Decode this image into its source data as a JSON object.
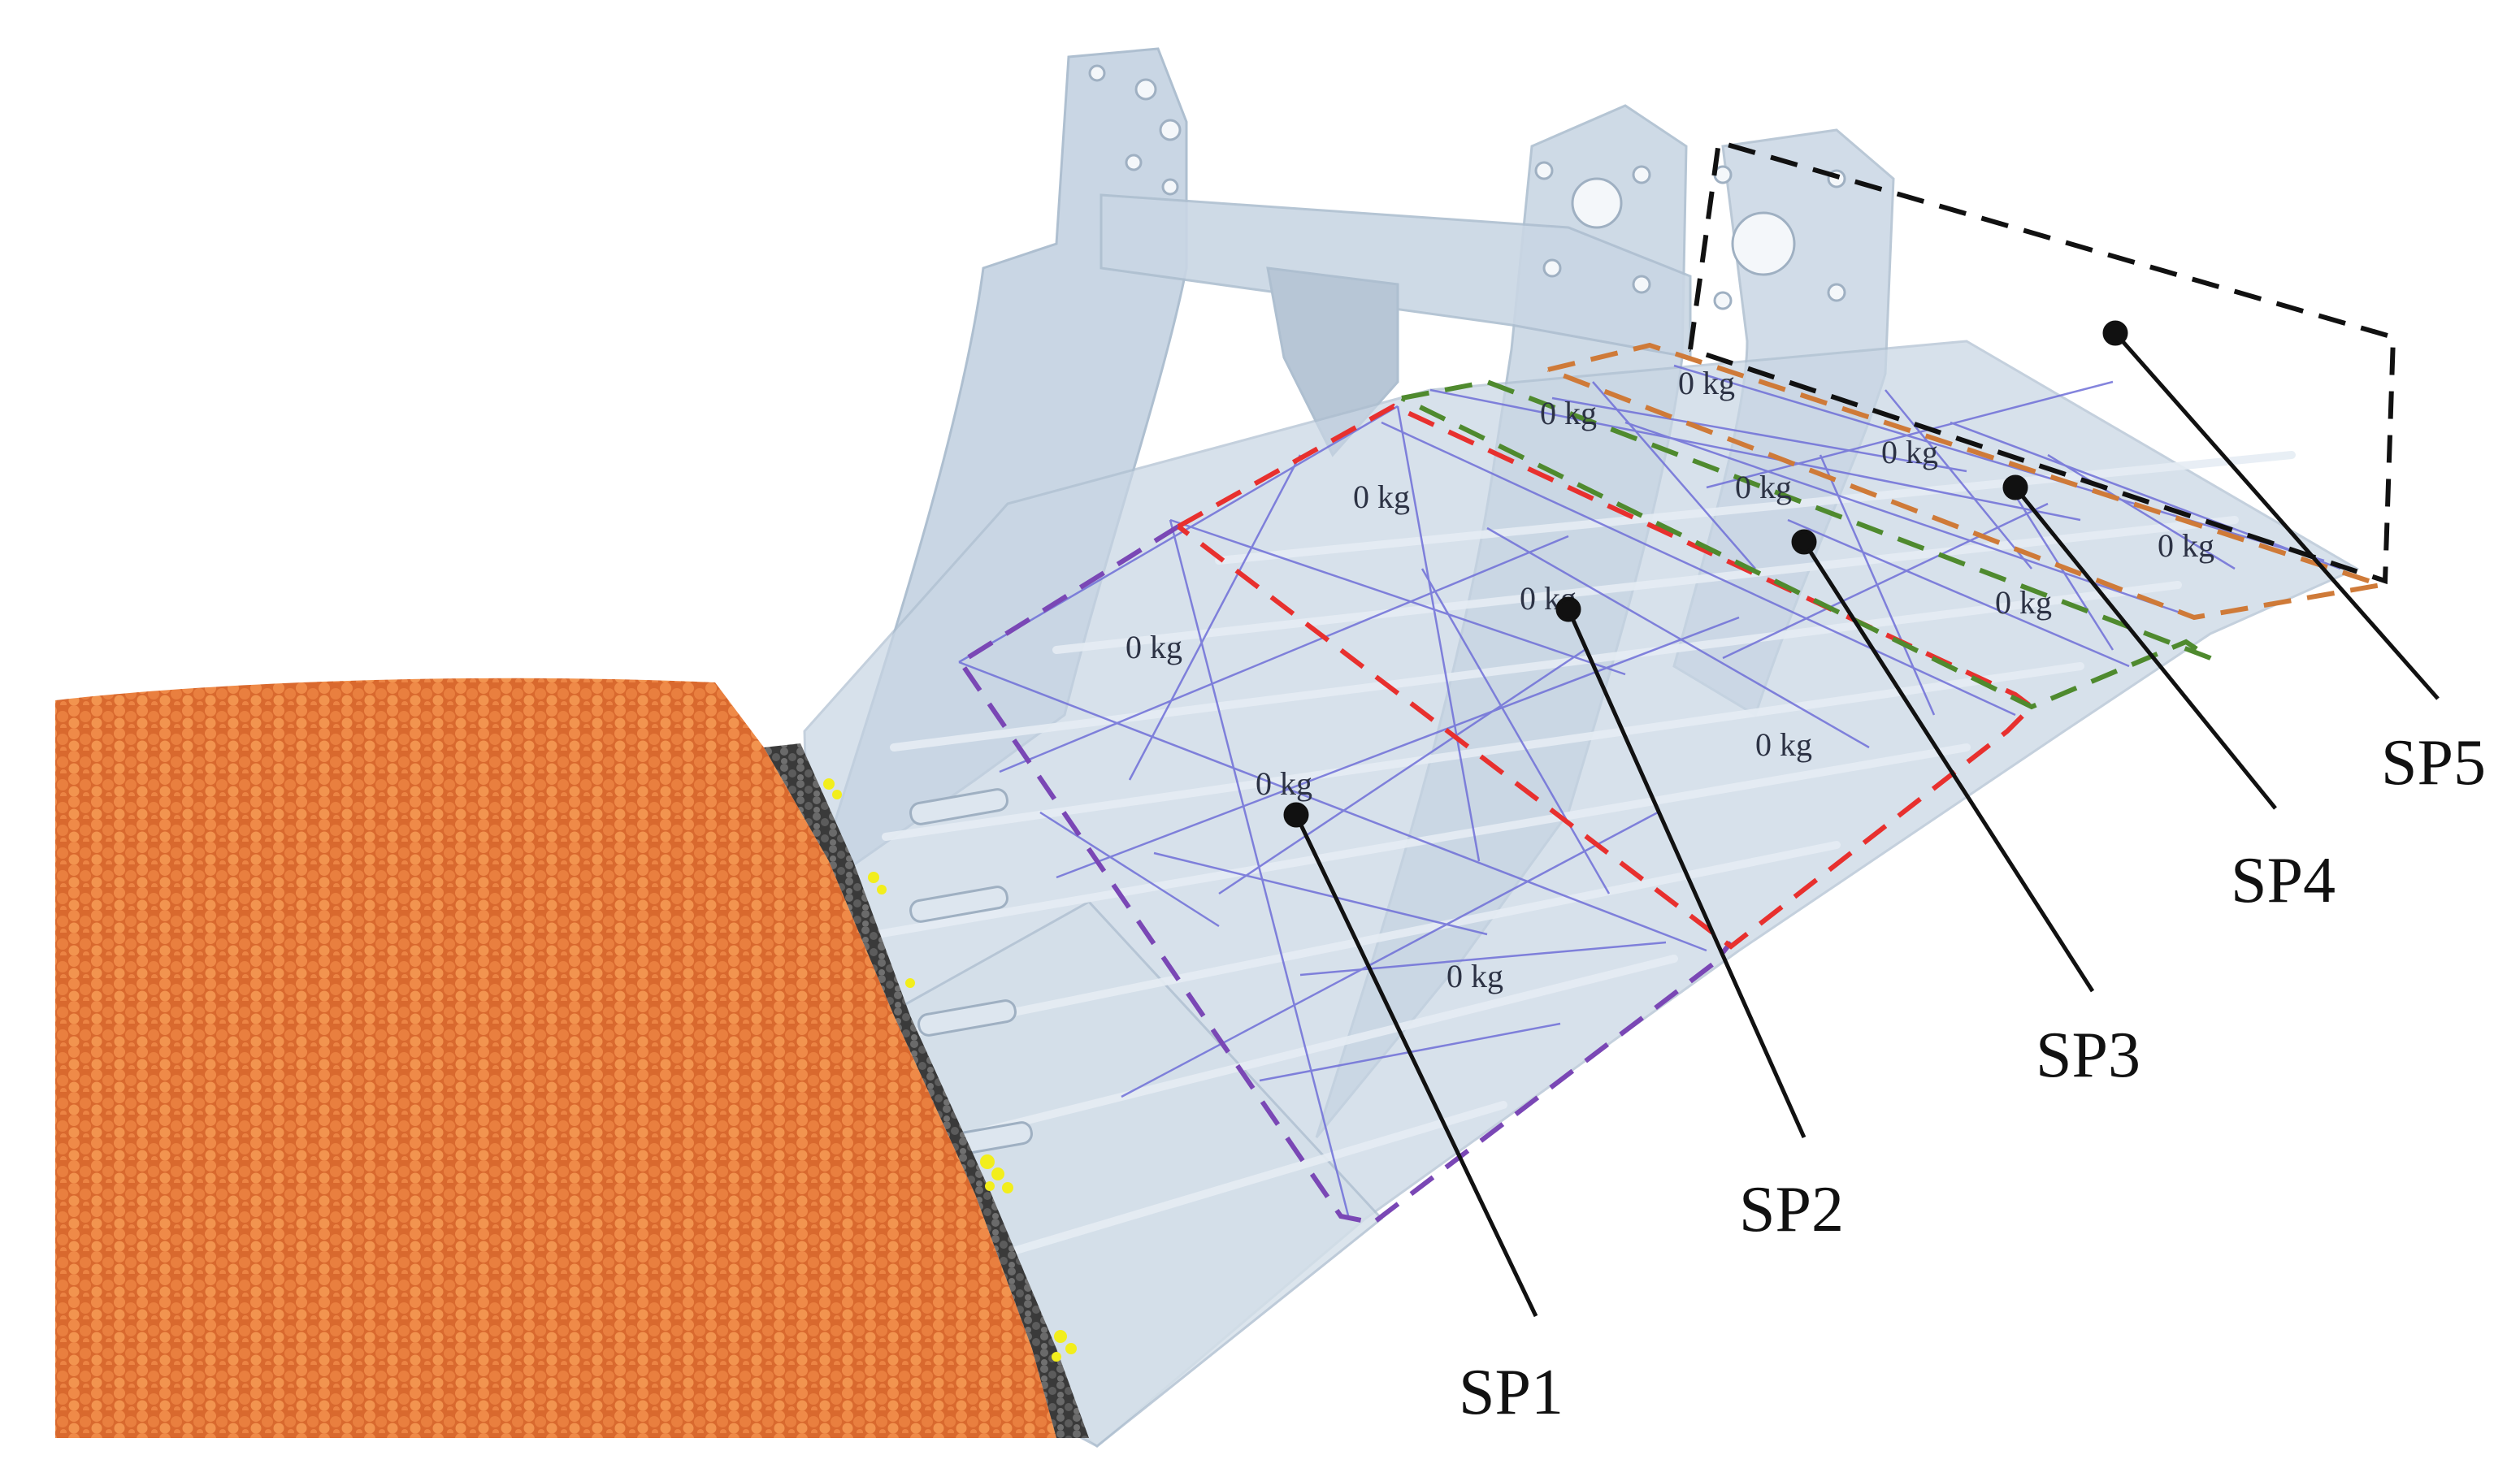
{
  "sampling_points": [
    {
      "label": "SP1"
    },
    {
      "label": "SP2"
    },
    {
      "label": "SP3"
    },
    {
      "label": "SP4"
    },
    {
      "label": "SP5"
    }
  ],
  "mass_readouts": [
    "0 kg",
    "0 kg",
    "0 kg",
    "0 kg",
    "0 kg",
    "0 kg",
    "0 kg",
    "0 kg",
    "0 kg",
    "0 kg",
    "0 kg"
  ],
  "colors": {
    "soil_particles": "#e07a3c",
    "contact_particles": "#5a5a5a",
    "highlight_particles": "#f2ee1c",
    "implement": "#c9d6e4",
    "mesh_lines": "#6f6fd8",
    "sp1_boundary": "#7a47b5",
    "sp2_boundary": "#e8302e",
    "sp3_boundary": "#4f8a2e",
    "sp4_boundary": "#cf7a38",
    "sp5_boundary": "#111111"
  }
}
